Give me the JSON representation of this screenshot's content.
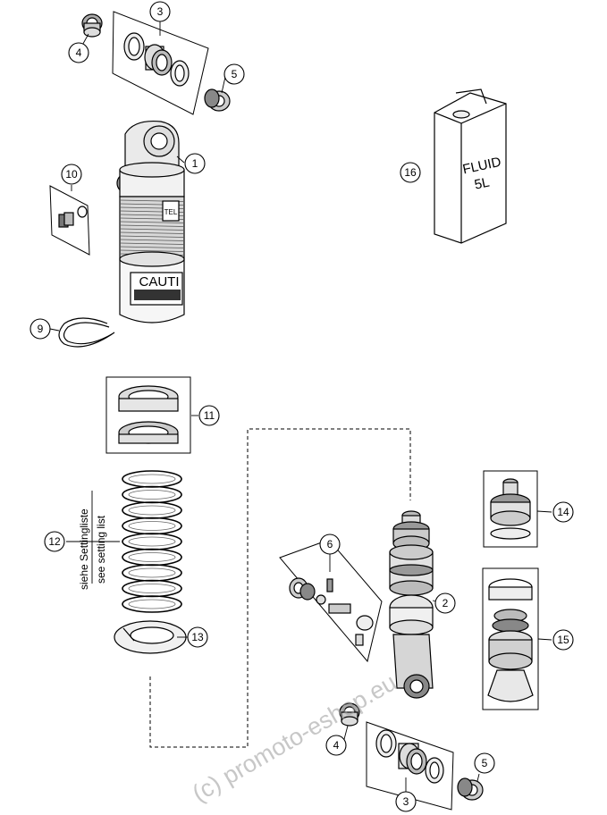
{
  "callouts": {
    "c1": "1",
    "c2": "2",
    "c3_top": "3",
    "c3_bottom": "3",
    "c4_top": "4",
    "c4_bottom": "4",
    "c5_top": "5",
    "c5_bottom": "5",
    "c6": "6",
    "c9": "9",
    "c10": "10",
    "c11": "11",
    "c12": "12",
    "c13": "13",
    "c14": "14",
    "c15": "15",
    "c16": "16"
  },
  "labels": {
    "setting_de": "siehe Settingliste",
    "setting_en": "see setting list",
    "fluid_line1": "FLUID",
    "fluid_line2": "5L",
    "caution": "CAUTI",
    "watermark": "(c) promoto-eshop.eu"
  }
}
